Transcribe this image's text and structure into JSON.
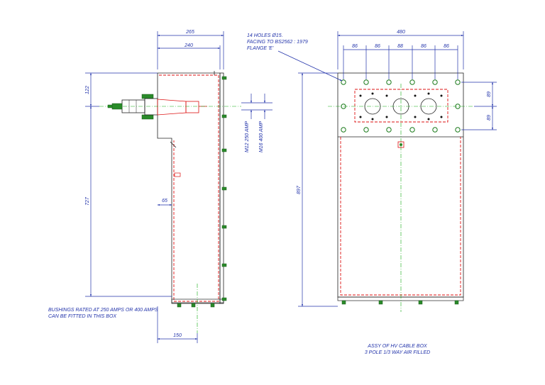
{
  "side_view": {
    "dims": {
      "overall_width": "265",
      "inner_width": "240",
      "top_height": "122",
      "lower_height": "727",
      "offset": "65",
      "base_width": "150"
    },
    "labels": {
      "m12": "M12 250 AMP",
      "m16": "M16 400 AMP"
    },
    "note_lines": [
      "BUSHINGS RATED AT 250 AMPS OR 400 AMPS",
      "CAN BE FITTED IN THIS BOX"
    ]
  },
  "front_view": {
    "dims": {
      "overall_width": "480",
      "pitches": [
        "86",
        "86",
        "88",
        "86",
        "86"
      ],
      "overall_height": "897",
      "right_upper": "89",
      "right_lower": "89"
    },
    "holes_note": [
      "14 HOLES Ø15.",
      "FACING TO BS2562 : 1979",
      "FLANGE 'E'"
    ]
  },
  "title_lines": [
    "ASSY OF HV  CABLE BOX",
    "3 POLE 1/3 WAY AIR FILLED"
  ]
}
